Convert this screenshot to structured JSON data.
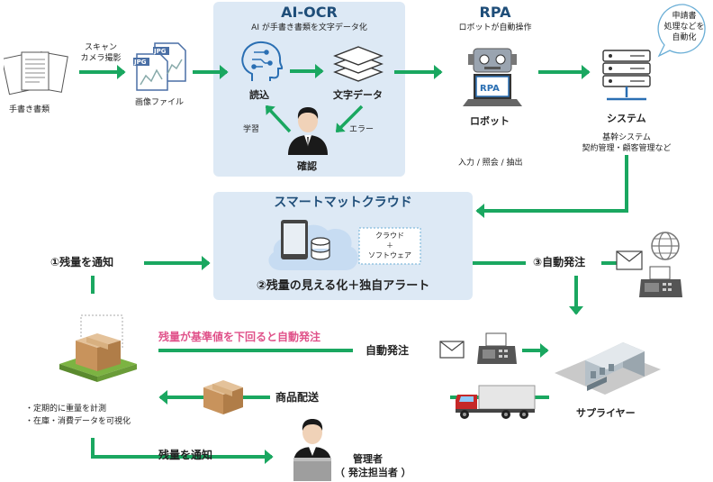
{
  "colors": {
    "arrow": "#1aa760",
    "panel": "#dde9f5",
    "heading": "#1f4e79",
    "pink": "#e0528a"
  },
  "ai_ocr": {
    "title": "AI-OCR",
    "subtitle": "AI が手書き書類を文字データ化",
    "read": "読込",
    "text_data": "文字データ",
    "learn": "学習",
    "error": "エラー",
    "confirm": "確認"
  },
  "rpa": {
    "title": "RPA",
    "subtitle": "ロボットが自動操作",
    "robot": "ロボット",
    "badge": "RPA",
    "io": "入力 / 照会 / 抽出"
  },
  "system": {
    "label": "システム",
    "bubble": [
      "申請書",
      "処理などを",
      "自動化"
    ],
    "desc1": "基幹システム",
    "desc2": "契約管理・顧客管理など"
  },
  "input": {
    "scan": "スキャン",
    "camera": "カメラ撮影",
    "handwritten": "手書き書類",
    "image_file": "画像ファイル",
    "jpg1": "JPG",
    "jpg2": "JPG"
  },
  "cloud": {
    "title": "スマートマットクラウド",
    "box": [
      "クラウド",
      "＋",
      "ソフトウェア"
    ],
    "main": "②残量の見える化＋独自アラート"
  },
  "flow": {
    "notify": "①残量を通知",
    "auto_order3": "③自動発注",
    "pink_msg": "残量が基準値を下回ると自動発注",
    "auto_order": "自動発注",
    "delivery": "商品配送",
    "notify2": "残量を通知",
    "bullet1": "・定期的に重量を計測",
    "bullet2": "・在庫・消費データを可視化",
    "supplier": "サプライヤー",
    "manager": "管理者",
    "manager_role": "（ 発注担当者 ）"
  }
}
